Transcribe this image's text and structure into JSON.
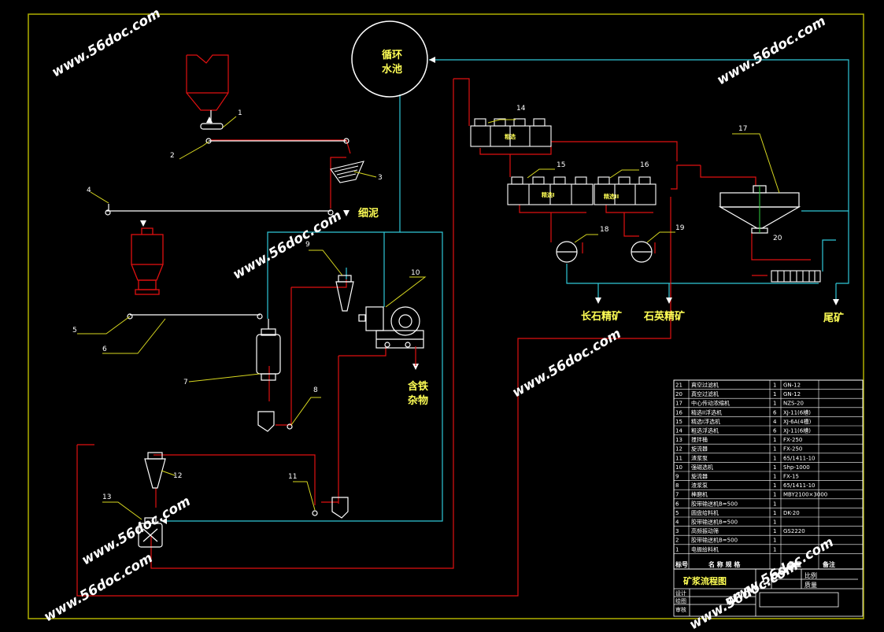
{
  "colors": {
    "border": "#b0b000",
    "red": "#e01010",
    "cyan": "#30c8d8",
    "white": "#ffffff",
    "yellow": "#d8d820",
    "text_yellow": "#ffff55"
  },
  "pool": {
    "line1": "循环",
    "line2": "水池"
  },
  "labels": {
    "fine_mud": "细泥",
    "iron_impurity_1": "含铁",
    "iron_impurity_2": "杂物",
    "feldspar": "长石精矿",
    "quartz": "石英精矿",
    "tailings": "尾矿",
    "cell_14": "粗选",
    "cell_15": "精选I",
    "cell_16": "精选II"
  },
  "numbers": [
    "1",
    "2",
    "3",
    "4",
    "5",
    "6",
    "7",
    "8",
    "9",
    "10",
    "11",
    "12",
    "13",
    "14",
    "15",
    "16",
    "17",
    "18",
    "19",
    "20"
  ],
  "watermark": "www.56doc.com",
  "parts": [
    {
      "no": "21",
      "name": "真空过滤机",
      "qty": "1",
      "spec": "GN-12"
    },
    {
      "no": "20",
      "name": "真空过滤机",
      "qty": "1",
      "spec": "GN-12"
    },
    {
      "no": "17",
      "name": "中心传动浓缩机",
      "qty": "1",
      "spec": "NZS-20"
    },
    {
      "no": "16",
      "name": "精选II浮选机",
      "qty": "6",
      "spec": "XJ-11(6槽)"
    },
    {
      "no": "15",
      "name": "精选I浮选机",
      "qty": "4",
      "spec": "XJ-6A(4槽)"
    },
    {
      "no": "14",
      "name": "粗选浮选机",
      "qty": "6",
      "spec": "XJ-11(6槽)"
    },
    {
      "no": "13",
      "name": "搅拌桶",
      "qty": "1",
      "spec": "FX-250"
    },
    {
      "no": "12",
      "name": "旋流器",
      "qty": "1",
      "spec": "FX-250"
    },
    {
      "no": "11",
      "name": "渣浆泵",
      "qty": "1",
      "spec": "65/1411-10"
    },
    {
      "no": "10",
      "name": "强磁选机",
      "qty": "1",
      "spec": "Shp-1000"
    },
    {
      "no": "9",
      "name": "旋流器",
      "qty": "1",
      "spec": "FX-15"
    },
    {
      "no": "8",
      "name": "渣浆泵",
      "qty": "1",
      "spec": "65/1411-10"
    },
    {
      "no": "7",
      "name": "棒磨机",
      "qty": "1",
      "spec": "MBY2100×3000"
    },
    {
      "no": "6",
      "name": "胶带输送机B=500",
      "qty": "1",
      "spec": ""
    },
    {
      "no": "5",
      "name": "圆盘给料机",
      "qty": "1",
      "spec": "DK-20"
    },
    {
      "no": "4",
      "name": "胶带输送机B=500",
      "qty": "1",
      "spec": ""
    },
    {
      "no": "3",
      "name": "高频振动筛",
      "qty": "1",
      "spec": "GS2220"
    },
    {
      "no": "2",
      "name": "胶带输送机B=500",
      "qty": "1",
      "spec": ""
    },
    {
      "no": "1",
      "name": "电振给料机",
      "qty": "1",
      "spec": ""
    }
  ],
  "table_header": {
    "no": "标号",
    "name": "名 称 规 格",
    "qty": "数量",
    "spec": "",
    "remark": "备注"
  },
  "title_block": {
    "title": "矿浆流程图",
    "scale": "比例",
    "weight": "质量",
    "design": "设计",
    "draw": "绘图",
    "check": "审核"
  }
}
